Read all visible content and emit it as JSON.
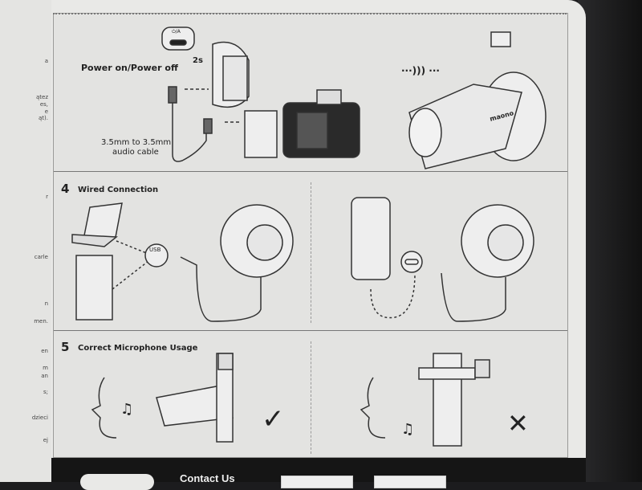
{
  "left_page_fragments": [
    "a",
    "ątez",
    "es,",
    "e",
    "ąt).",
    "r",
    "carle",
    "n",
    "men.",
    "en",
    "m",
    "an",
    "s;",
    "dzieci",
    "ej"
  ],
  "section3": {
    "power_label": "Power on/Power off",
    "hold_time": "2s",
    "switch_label": "⏻/A",
    "cable_label_1": "3.5mm to 3.5mm",
    "cable_label_2": "audio cable",
    "brand": "maono"
  },
  "section4": {
    "number": "4",
    "title": "Wired Connection",
    "usb_label": "USB"
  },
  "section5": {
    "number": "5",
    "title": "Correct Microphone Usage",
    "correct_mark": "✓",
    "wrong_mark": "✕"
  },
  "footer": {
    "contact": "Contact Us"
  }
}
